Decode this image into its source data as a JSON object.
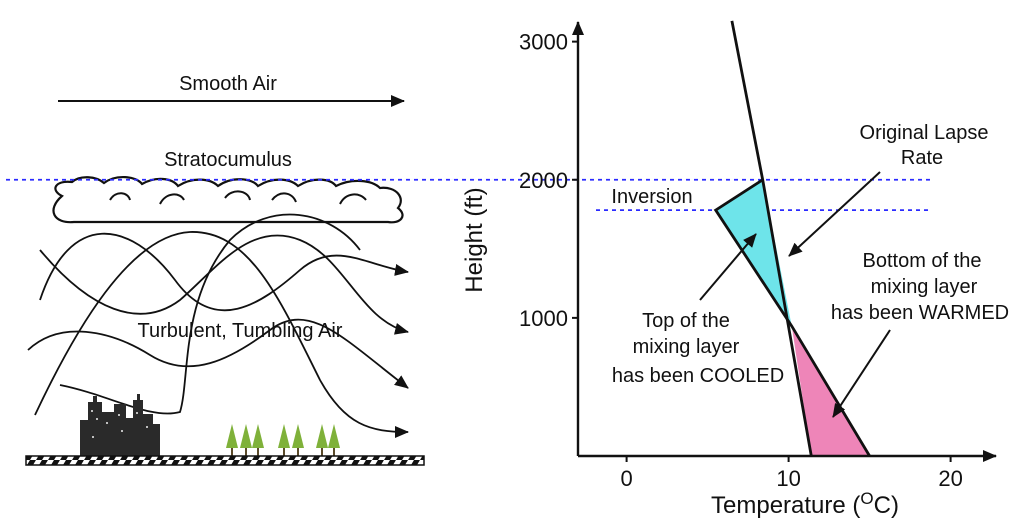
{
  "left_panel": {
    "smooth_air": "Smooth Air",
    "cloud": "Stratocumulus",
    "turbulent": "Turbulent, Tumbling Air"
  },
  "chart_data": {
    "type": "line",
    "xlabel_prefix": "Temperature (",
    "xlabel_sup": "O",
    "xlabel_suffix": "C)",
    "ylabel": "Height (ft)",
    "xlim": [
      -3,
      22
    ],
    "ylim": [
      0,
      3200
    ],
    "x_ticks": [
      "0",
      "10",
      "20"
    ],
    "y_ticks": [
      "1000",
      "2000",
      "3000"
    ],
    "series": [
      {
        "role": "original",
        "points": [
          [
            6.5,
            3150
          ],
          [
            8.4,
            2000
          ],
          [
            11.4,
            0
          ]
        ]
      },
      {
        "role": "mixed",
        "points": [
          [
            8.4,
            2000
          ],
          [
            5.5,
            1780
          ],
          [
            10.2,
            940
          ],
          [
            15.0,
            0
          ]
        ]
      }
    ],
    "shaded_regions": [
      {
        "color": "#6ee4ea",
        "points": [
          [
            8.4,
            2000
          ],
          [
            5.5,
            1780
          ],
          [
            10.2,
            940
          ]
        ]
      },
      {
        "color": "#ee85b8",
        "points": [
          [
            10.2,
            940
          ],
          [
            15.0,
            0
          ],
          [
            11.4,
            0
          ]
        ]
      }
    ],
    "reference_lines": [
      2000,
      1780
    ],
    "annotations": {
      "inversion": "Inversion",
      "original_lapse_line1": "Original Lapse",
      "original_lapse_line2": "Rate",
      "bottom_line1": "Bottom of the",
      "bottom_line2": "mixing layer",
      "bottom_line3": "has been WARMED",
      "top_line1": "Top of the",
      "top_line2": "mixing layer",
      "top_line3": "has been COOLED"
    }
  },
  "colors": {
    "dashed_line": "#2b2bff",
    "cool_fill": "#6ee4ea",
    "warm_fill": "#ee85b8",
    "trees": "#7fb13a",
    "buildings": "#2a2a2a"
  }
}
